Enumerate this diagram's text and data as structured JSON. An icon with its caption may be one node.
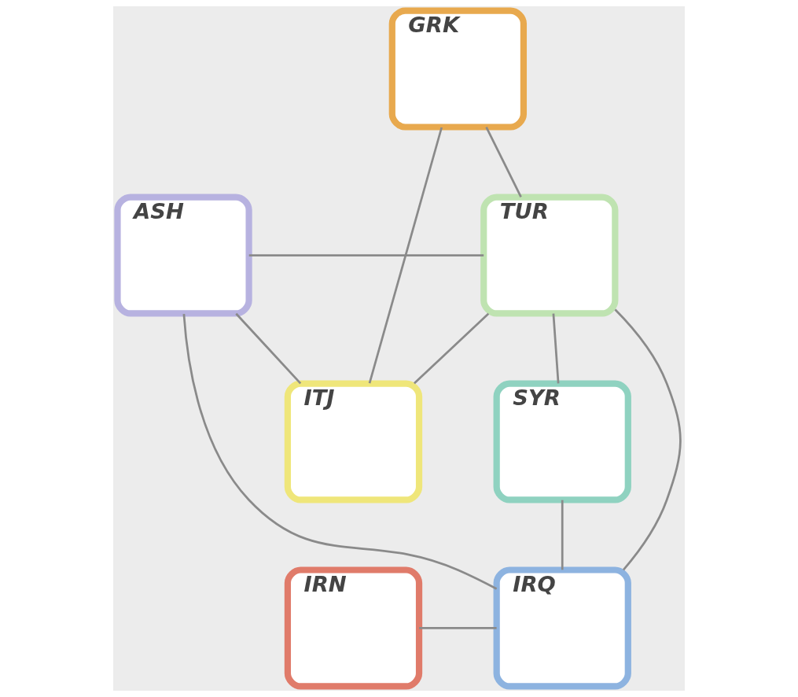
{
  "diagram": {
    "nodes": [
      {
        "text": [
          "GRK"
        ]
      },
      {
        "text": [
          "ASH"
        ]
      },
      {
        "text": [
          "TUR"
        ]
      },
      {
        "text": [
          "ITJ"
        ]
      },
      {
        "text": [
          "SYR"
        ]
      },
      {
        "text": [
          "IRN"
        ]
      },
      {
        "text": [
          "IRQ"
        ]
      }
    ],
    "edges": [
      {
        "from": 0,
        "to": 2,
        "arrow": "none"
      },
      {
        "from": 1,
        "to": 2,
        "arrow": "none"
      },
      {
        "from": 1,
        "to": 3,
        "arrow": "none"
      },
      {
        "from": 2,
        "to": 4,
        "arrow": "none"
      },
      {
        "from": 4,
        "to": 6,
        "arrow": "none"
      },
      {
        "from": 5,
        "to": 6,
        "arrow": "none"
      },
      {
        "from": 0,
        "to": 3,
        "arrow": "none"
      },
      {
        "from": 2,
        "to": 3,
        "arrow": "none"
      },
      {
        "from": 1,
        "to": 6,
        "arrow": "none"
      },
      {
        "from": 2,
        "to": 6,
        "arrow": "none"
      }
    ]
  }
}
